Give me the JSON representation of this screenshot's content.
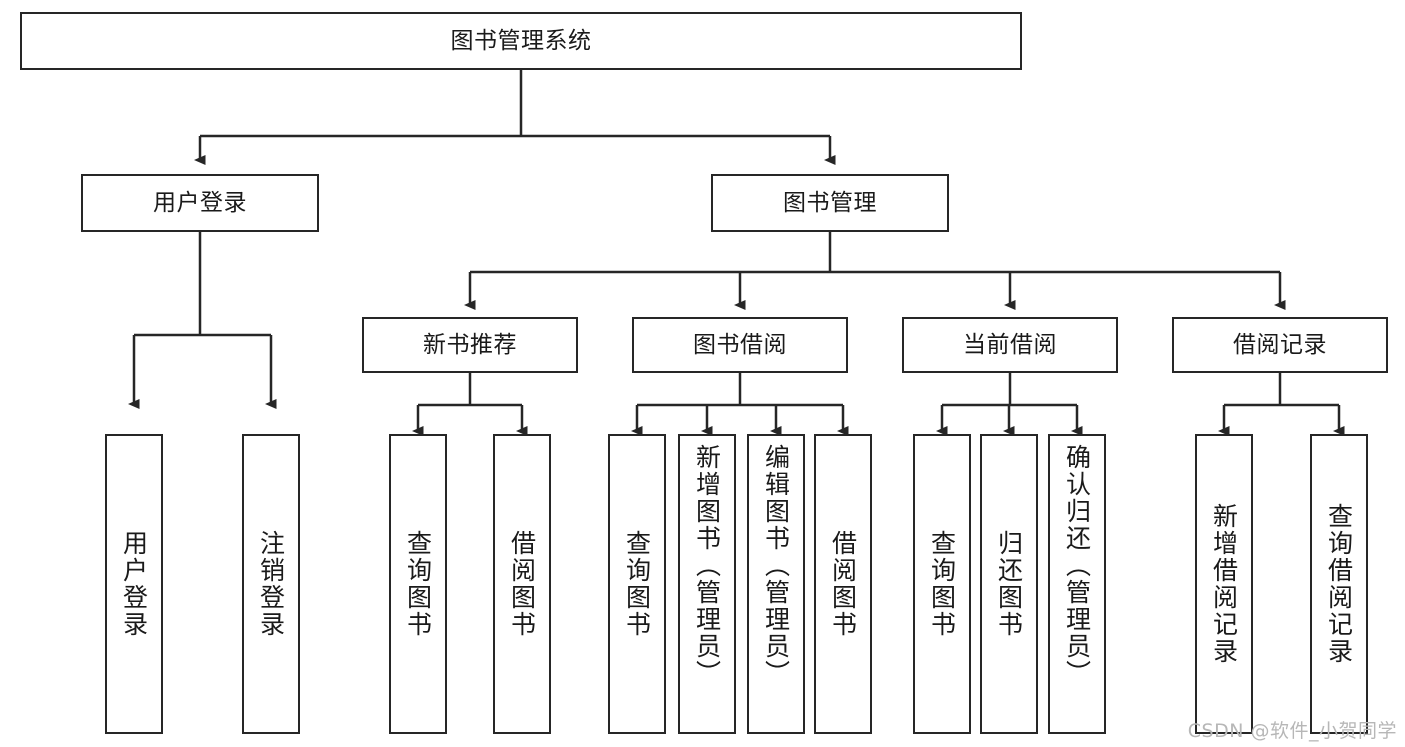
{
  "diagram": {
    "title": "图书管理系统",
    "type": "tree",
    "colors": {
      "stroke": "#262626",
      "fill": "#ffffff",
      "text": "#1a1a1a",
      "watermark": "#b7b7b7"
    },
    "watermark": "CSDN @软件_小贺同学",
    "nodes": {
      "root": {
        "label": "图书管理系统"
      },
      "level1": [
        {
          "id": "user-login",
          "label": "用户登录"
        },
        {
          "id": "book-manage",
          "label": "图书管理"
        }
      ],
      "level2": [
        {
          "id": "new-book-recommend",
          "label": "新书推荐"
        },
        {
          "id": "book-borrow",
          "label": "图书借阅"
        },
        {
          "id": "current-borrow",
          "label": "当前借阅"
        },
        {
          "id": "borrow-record",
          "label": "借阅记录"
        }
      ],
      "leaves": [
        {
          "id": "leaf-user-login",
          "label": "用户登录",
          "parent": "user-login"
        },
        {
          "id": "leaf-user-logout",
          "label": "注销登录",
          "parent": "user-login"
        },
        {
          "id": "leaf-query-book-1",
          "label": "查询图书",
          "parent": "new-book-recommend"
        },
        {
          "id": "leaf-borrow-book-1",
          "label": "借阅图书",
          "parent": "new-book-recommend"
        },
        {
          "id": "leaf-query-book-2",
          "label": "查询图书",
          "parent": "book-borrow"
        },
        {
          "id": "leaf-add-book",
          "label": "新增图书（管理员）",
          "parent": "book-borrow"
        },
        {
          "id": "leaf-edit-book",
          "label": "编辑图书（管理员）",
          "parent": "book-borrow"
        },
        {
          "id": "leaf-borrow-book-2",
          "label": "借阅图书",
          "parent": "book-borrow"
        },
        {
          "id": "leaf-query-book-3",
          "label": "查询图书",
          "parent": "current-borrow"
        },
        {
          "id": "leaf-return-book",
          "label": "归还图书",
          "parent": "current-borrow"
        },
        {
          "id": "leaf-confirm-return",
          "label": "确认归还（管理员）",
          "parent": "current-borrow"
        },
        {
          "id": "leaf-add-record",
          "label": "新增借阅记录",
          "parent": "borrow-record"
        },
        {
          "id": "leaf-query-record",
          "label": "查询借阅记录",
          "parent": "borrow-record"
        }
      ]
    }
  }
}
